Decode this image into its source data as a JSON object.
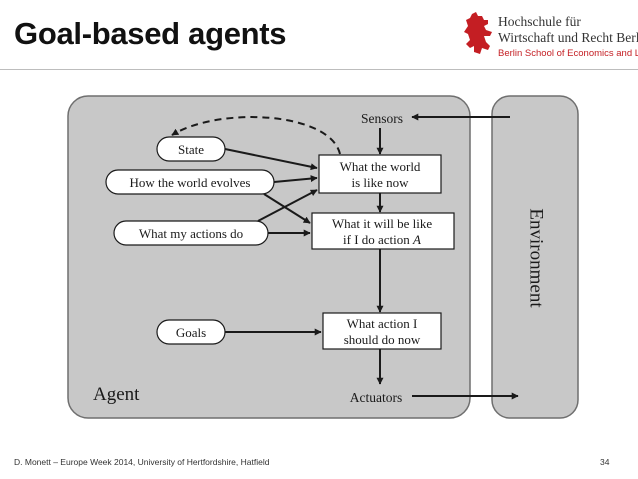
{
  "slide": {
    "title": "Goal-based agents",
    "footer": "D. Monett – Europe Week 2014, University of Hertfordshire, Hatfield",
    "page_number": "34"
  },
  "logo": {
    "line1": "Hochschule für",
    "line2": "Wirtschaft und Recht Berlin",
    "line3": "Berlin School of Economics and Law",
    "icon": "bear-icon",
    "color": "#c41e23"
  },
  "diagram": {
    "agent_label": "Agent",
    "environment_label": "Environment",
    "sensors": "Sensors",
    "actuators": "Actuators",
    "ovals": {
      "state": "State",
      "how_world_evolves": "How the world evolves",
      "what_my_actions_do": "What my actions do",
      "goals": "Goals"
    },
    "boxes": {
      "world_now": [
        "What the world",
        "is like now"
      ],
      "action_effect": [
        "What it will be like",
        "if I do action "
      ],
      "action_effect_var": "A",
      "what_action": [
        "What action I",
        "should do now"
      ]
    },
    "colors": {
      "panel_fill": "#c8c8c8",
      "panel_stroke": "#6f6f6f",
      "box_fill": "#ffffff",
      "arrow": "#1a1a1a"
    }
  }
}
